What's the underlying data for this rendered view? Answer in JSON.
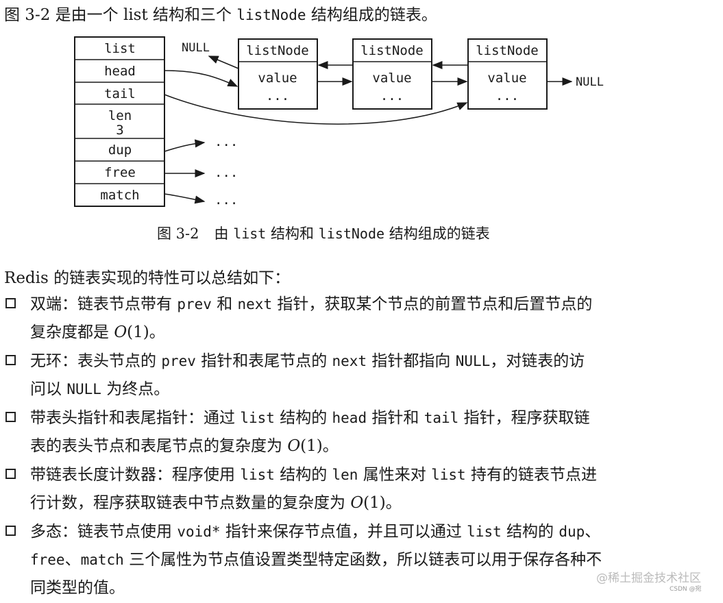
{
  "intro": {
    "prefix": "图 3-2 是由一个 list 结构和三个 ",
    "code": "listNode",
    "suffix": " 结构组成的链表。"
  },
  "figure": {
    "list_struct": {
      "title": "list",
      "fields": [
        "head",
        "tail",
        "len",
        "dup",
        "free",
        "match"
      ],
      "len_value": "3"
    },
    "nodes": [
      {
        "title": "listNode",
        "value": "value",
        "more": "..."
      },
      {
        "title": "listNode",
        "value": "value",
        "more": "..."
      },
      {
        "title": "listNode",
        "value": "value",
        "more": "..."
      }
    ],
    "null_left": "NULL",
    "null_right": "NULL",
    "pointer_targets": [
      "...",
      "...",
      "..."
    ]
  },
  "caption": {
    "number": "图 3-2",
    "prefix": "由 ",
    "code1": "list",
    "mid": " 结构和 ",
    "code2": "listNode",
    "suffix": " 结构组成的链表"
  },
  "summary": "Redis 的链表实现的特性可以总结如下：",
  "bullets": [
    {
      "lines": [
        [
          {
            "t": "双端：链表节点带有 "
          },
          {
            "t": "prev",
            "c": 1
          },
          {
            "t": " 和 "
          },
          {
            "t": "next",
            "c": 1
          },
          {
            "t": " 指针，获取某个节点的前置节点和后置节点的"
          }
        ],
        [
          {
            "t": "复杂度都是 "
          },
          {
            "t": "O",
            "i": 1
          },
          {
            "t": "(1)。"
          }
        ]
      ]
    },
    {
      "lines": [
        [
          {
            "t": "无环：表头节点的 "
          },
          {
            "t": "prev",
            "c": 1
          },
          {
            "t": " 指针和表尾节点的 "
          },
          {
            "t": "next",
            "c": 1
          },
          {
            "t": " 指针都指向 "
          },
          {
            "t": "NULL",
            "c": 1
          },
          {
            "t": "，对链表的访"
          }
        ],
        [
          {
            "t": "问以 "
          },
          {
            "t": "NULL",
            "c": 1
          },
          {
            "t": " 为终点。"
          }
        ]
      ]
    },
    {
      "lines": [
        [
          {
            "t": "带表头指针和表尾指针：通过 "
          },
          {
            "t": "list",
            "c": 1
          },
          {
            "t": " 结构的 "
          },
          {
            "t": "head",
            "c": 1
          },
          {
            "t": " 指针和 "
          },
          {
            "t": "tail",
            "c": 1
          },
          {
            "t": " 指针，程序获取链"
          }
        ],
        [
          {
            "t": "表的表头节点和表尾节点的复杂度为 "
          },
          {
            "t": "O",
            "i": 1
          },
          {
            "t": "(1)。"
          }
        ]
      ]
    },
    {
      "lines": [
        [
          {
            "t": "带链表长度计数器：程序使用 "
          },
          {
            "t": "list",
            "c": 1
          },
          {
            "t": " 结构的 "
          },
          {
            "t": "len",
            "c": 1
          },
          {
            "t": " 属性来对 "
          },
          {
            "t": "list",
            "c": 1
          },
          {
            "t": " 持有的链表节点进"
          }
        ],
        [
          {
            "t": "行计数，程序获取链表中节点数量的复杂度为 "
          },
          {
            "t": "O",
            "i": 1
          },
          {
            "t": "(1)。"
          }
        ]
      ]
    },
    {
      "lines": [
        [
          {
            "t": "多态：链表节点使用 "
          },
          {
            "t": "void*",
            "c": 1
          },
          {
            "t": " 指针来保存节点值，并且可以通过 "
          },
          {
            "t": "list",
            "c": 1
          },
          {
            "t": " 结构的 "
          },
          {
            "t": "dup",
            "c": 1
          },
          {
            "t": "、"
          }
        ],
        [
          {
            "t": "free",
            "c": 1
          },
          {
            "t": "、"
          },
          {
            "t": "match",
            "c": 1
          },
          {
            "t": " 三个属性为节点值设置类型特定函数，所以链表可以用于保存各种不"
          }
        ],
        [
          {
            "t": "同类型的值。"
          }
        ]
      ]
    }
  ],
  "watermark": "@稀土掘金技术社区",
  "watermark_small": "CSDN @宛"
}
